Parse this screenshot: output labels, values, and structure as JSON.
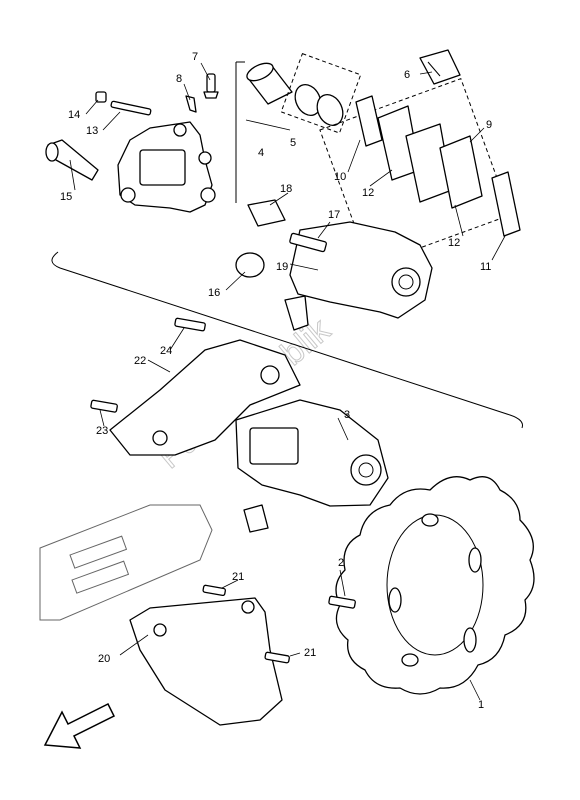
{
  "watermark": "PartsRepublik",
  "callouts": {
    "c1": "1",
    "c2": "2",
    "c3": "3",
    "c4": "4",
    "c5": "5",
    "c6": "6",
    "c7": "7",
    "c8": "8",
    "c9": "9",
    "c10": "10",
    "c11": "11",
    "c12a": "12",
    "c12b": "12",
    "c13": "13",
    "c14": "14",
    "c15": "15",
    "c16": "16",
    "c17": "17",
    "c18": "18",
    "c19": "19",
    "c20": "20",
    "c21a": "21",
    "c21b": "21",
    "c22": "22",
    "c23": "23",
    "c24": "24"
  },
  "icons": {
    "front_arrow": "front-direction-arrow-icon"
  }
}
